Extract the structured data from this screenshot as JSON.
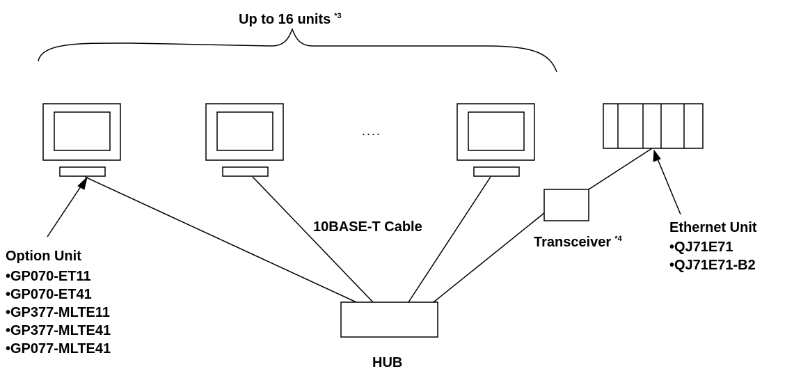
{
  "header": {
    "label": "Up to 16 units",
    "note": "*3"
  },
  "ellipsis": "....",
  "cable": {
    "label": "10BASE-T Cable"
  },
  "transceiver": {
    "label": "Transceiver",
    "note": "*4"
  },
  "hub": {
    "label": "HUB"
  },
  "option_unit": {
    "title": "Option Unit",
    "items": [
      "•GP070-ET11",
      "•GP070-ET41",
      "•GP377-MLTE11",
      "•GP377-MLTE41",
      "•GP077-MLTE41"
    ]
  },
  "ethernet_unit": {
    "title": "Ethernet Unit",
    "items": [
      "•QJ71E71",
      "•QJ71E71-B2"
    ]
  }
}
